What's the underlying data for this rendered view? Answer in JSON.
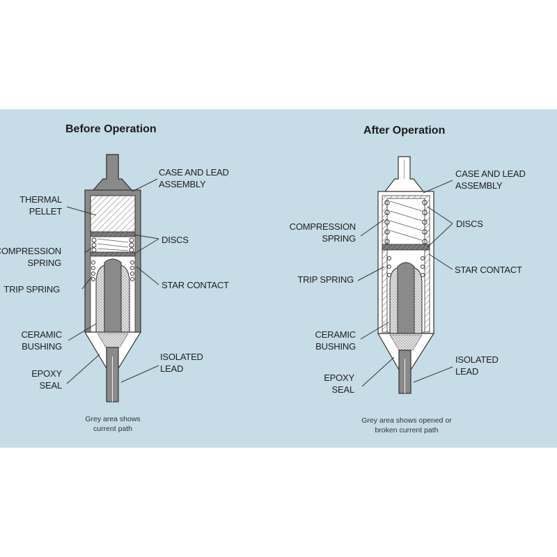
{
  "before": {
    "title": "Before Operation",
    "labels": {
      "case_lead_1": "CASE AND LEAD",
      "case_lead_2": "ASSEMBLY",
      "thermal_1": "THERMAL",
      "thermal_2": "PELLET",
      "discs": "DISCS",
      "compression_1": "COMPRESSION",
      "compression_2": "SPRING",
      "trip_spring": "TRIP SPRING",
      "star_contact": "STAR CONTACT",
      "ceramic_1": "CERAMIC",
      "ceramic_2": "BUSHING",
      "isolated_1": "ISOLATED",
      "isolated_2": "LEAD",
      "epoxy_1": "EPOXY",
      "epoxy_2": "SEAL"
    },
    "caption_1": "Grey area shows",
    "caption_2": "current path"
  },
  "after": {
    "title": "After Operation",
    "labels": {
      "case_lead_1": "CASE AND LEAD",
      "case_lead_2": "ASSEMBLY",
      "compression_1": "COMPRESSION",
      "compression_2": "SPRING",
      "discs": "DISCS",
      "star_contact": "STAR CONTACT",
      "trip_spring": "TRIP SPRING",
      "ceramic_1": "CERAMIC",
      "ceramic_2": "BUSHING",
      "isolated_1": "ISOLATED",
      "isolated_2": "LEAD",
      "epoxy_1": "EPOXY",
      "epoxy_2": "SEAL"
    },
    "caption_1": "Grey area shows opened or",
    "caption_2": "broken current path"
  },
  "colors": {
    "panel": "#c6dce6",
    "grey_path": "#8a8a8a",
    "outline": "#333333"
  }
}
